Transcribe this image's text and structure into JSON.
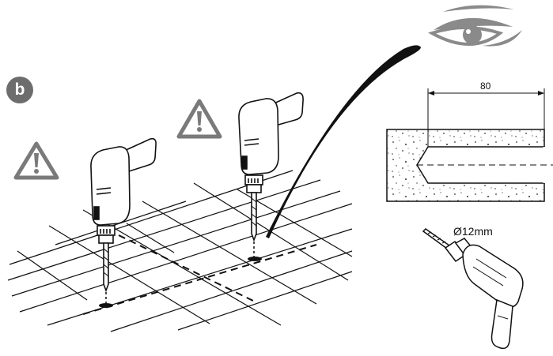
{
  "step": {
    "label": "b"
  },
  "dimension": {
    "depth_label": "80"
  },
  "drill_bit": {
    "diameter_label": "Ø12mm"
  },
  "icons": [
    "warning-icon",
    "eye-icon",
    "drill-icon"
  ],
  "colors": {
    "warning_gray": "#7a7a7a",
    "badge_gray": "#6d6d6d",
    "line": "#111111"
  }
}
